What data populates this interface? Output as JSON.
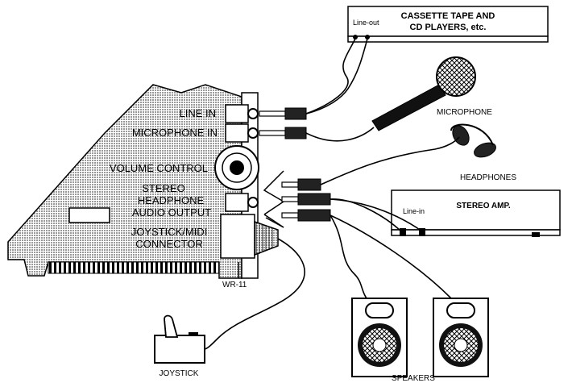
{
  "labels": {
    "line_in": "LINE IN",
    "microphone_in": "MICROPHONE IN",
    "volume_control": "VOLUME CONTROL",
    "stereo_output_line1": "STEREO",
    "stereo_output_line2": "HEADPHONE",
    "stereo_output_line3": "AUDIO OUTPUT",
    "joystick_midi_line1": "JOYSTICK/MIDI",
    "joystick_midi_line2": "CONNECTOR",
    "card_model": "WR-11",
    "cassette_line1": "CASSETTE TAPE AND",
    "cassette_line2": "CD PLAYERS, etc.",
    "line_out": "Line-out",
    "microphone": "MICROPHONE",
    "headphones": "HEADPHONES",
    "stereo_amp": "STEREO AMP.",
    "line_in_amp": "Line-in",
    "speakers": "SPEAKERS",
    "joystick": "JOYSTICK"
  },
  "colors": {
    "ink": "#000000",
    "card_fill": "#c8c8c8",
    "paper": "#ffffff"
  }
}
